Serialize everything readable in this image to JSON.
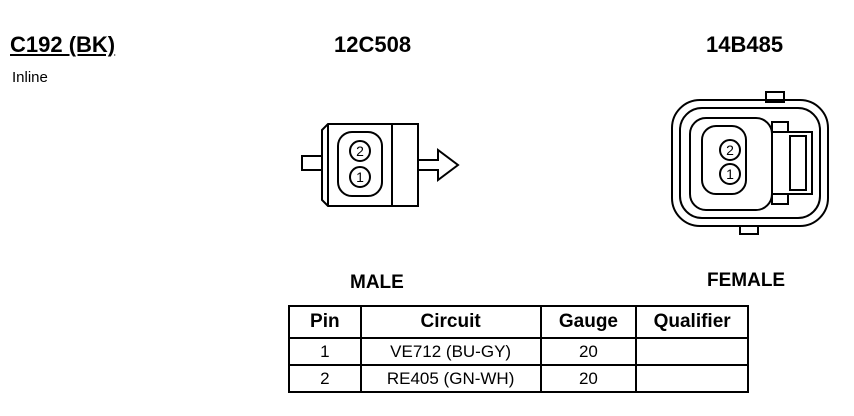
{
  "connector": {
    "id": "C192 (BK)",
    "subtitle": "Inline"
  },
  "male": {
    "part_number": "12C508",
    "label": "MALE",
    "pins": [
      "2",
      "1"
    ]
  },
  "female": {
    "part_number": "14B485",
    "label": "FEMALE",
    "pins": [
      "2",
      "1"
    ]
  },
  "table": {
    "headers": [
      "Pin",
      "Circuit",
      "Gauge",
      "Qualifier"
    ],
    "rows": [
      {
        "pin": "1",
        "circuit": "VE712 (BU-GY)",
        "gauge": "20",
        "qualifier": ""
      },
      {
        "pin": "2",
        "circuit": "RE405 (GN-WH)",
        "gauge": "20",
        "qualifier": ""
      }
    ]
  },
  "colors": {
    "line": "#000000",
    "background": "#ffffff"
  }
}
